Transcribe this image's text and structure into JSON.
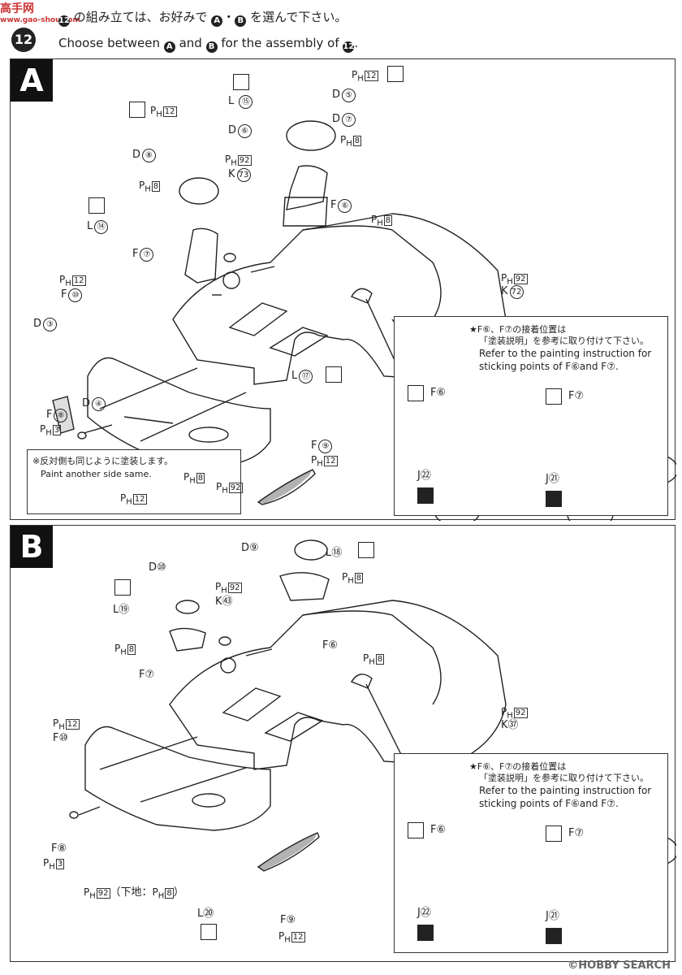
{
  "logo": {
    "top": "高手网",
    "sub": "www.gao-shou.com"
  },
  "header": {
    "step_number": "12",
    "line_jp_pre": "の組み立ては、お好みで",
    "line_jp_a": "A",
    "line_jp_dot": "・",
    "line_jp_b": "B",
    "line_jp_post": "を選んで下さい。",
    "line_en_pre": "Choose between",
    "line_en_and": "and",
    "line_en_post": "for the assembly of",
    "line_en_end": "."
  },
  "section_a": {
    "label": "A",
    "callouts": {
      "ph12_top": "12",
      "d5": "⑤",
      "d5_prefix": "D",
      "l15": "⑮",
      "l15_prefix": "L",
      "d7": "⑦",
      "d7_prefix": "D",
      "ph8_top": "8",
      "ph12_left": "12",
      "d6": "⑥",
      "d6_prefix": "D",
      "d8": "⑧",
      "d8_prefix": "D",
      "ph92": "92",
      "k73_prefix": "K",
      "k73": "73",
      "ph8_left": "8",
      "l14_prefix": "L",
      "l14": "⑭",
      "f7_prefix": "F",
      "f7": "⑦",
      "f6_prefix": "F",
      "f6": "⑥",
      "ph8_mid": "8",
      "ph12_front": "12",
      "f10_prefix": "F",
      "f10": "⑩",
      "d3_prefix": "D",
      "d3": "③",
      "ph92_right": "92",
      "k72_prefix": "K",
      "k72": "72",
      "f8_prefix": "F",
      "f8": "⑧",
      "ph3": "3",
      "d4_prefix": "D",
      "d4": "④",
      "l17_prefix": "L",
      "l17": "⑰",
      "f9_prefix": "F",
      "f9": "⑨",
      "ph12_bottom": "12"
    },
    "note_left": {
      "jp": "※反対側も同じように塗装します。",
      "en": "Paint another side same.",
      "ph8": "8",
      "ph12": "12",
      "ph92": "92"
    },
    "note_right": {
      "jp1": "★F⑥、F⑦の接着位置は",
      "jp2": "「塗装説明」を参考に取り付けて下さい。",
      "en1": "Refer to the painting instruction for",
      "en2": "sticking points of F⑥and F⑦.",
      "f6": "F⑥",
      "f7": "F⑦",
      "j22": "J㉒",
      "j21": "J㉑"
    }
  },
  "section_b": {
    "label": "B",
    "callouts": {
      "d9": "D⑨",
      "l18": "L⑱",
      "ph8_top": "8",
      "d10": "D⑩",
      "ph92": "92",
      "l19": "L⑲",
      "k73": "K㊸",
      "ph8_left": "8",
      "f7": "F⑦",
      "f6": "F⑥",
      "ph8_mid": "8",
      "ph12_front": "12",
      "f10": "F⑩",
      "ph92_right": "92",
      "k72": "K㊲",
      "f8": "F⑧",
      "ph3": "3",
      "ph92_sub": "92",
      "sub_note": "（下地：",
      "sub_ph8": "8",
      "sub_close": "）",
      "l20": "L⑳",
      "f9": "F⑨",
      "ph12_bottom": "12"
    },
    "note_right": {
      "jp1": "★F⑥、F⑦の接着位置は",
      "jp2": "「塗装説明」を参考に取り付けて下さい。",
      "en1": "Refer to the painting instruction for",
      "en2": "sticking points of F⑥and F⑦.",
      "f6": "F⑥",
      "f7": "F⑦",
      "j22": "J㉒",
      "j21": "J㉑"
    }
  },
  "watermark": "©HOBBY SEARCH"
}
